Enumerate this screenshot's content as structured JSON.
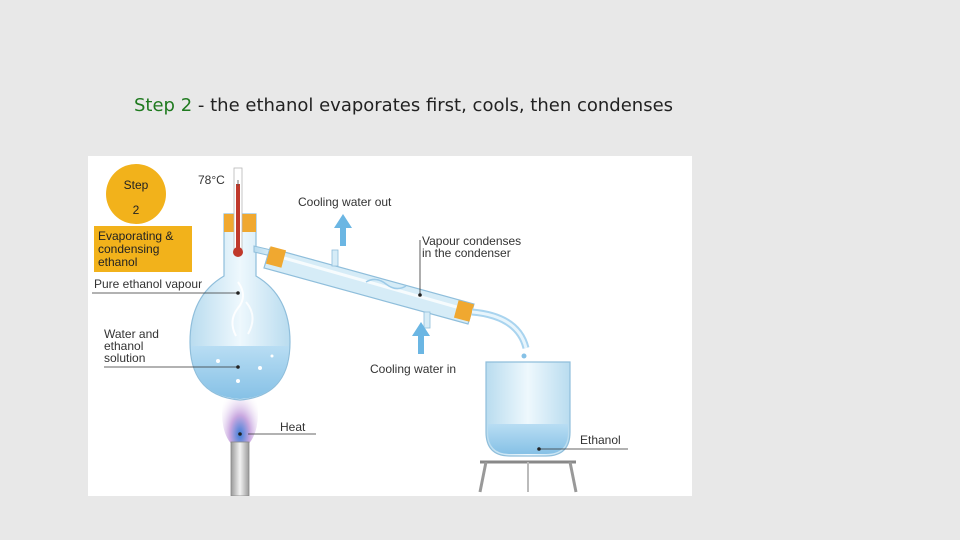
{
  "title": {
    "step": "Step 2",
    "text": " - the ethanol evaporates first, cools, then condenses"
  },
  "diagram": {
    "badge": {
      "line1": "Step",
      "line2": "2"
    },
    "stage_box": [
      "Evaporating &",
      "condensing",
      "ethanol"
    ],
    "temperature": "78",
    "temperature_unit": "°C",
    "labels": {
      "pure_vapour": "Pure ethanol vapour",
      "solution": [
        "Water and",
        "ethanol",
        "solution"
      ],
      "heat": "Heat",
      "cooling_out": "Cooling water out",
      "cooling_in": "Cooling water in",
      "vapour_condenses": [
        "Vapour condenses",
        "in the condenser"
      ],
      "ethanol": "Ethanol"
    },
    "colors": {
      "badge": "#f2b21b",
      "glass": "#d6ecf7",
      "liquid": "#a9d4ef",
      "arrow": "#6bb6e3",
      "thermometer": "#c0392b",
      "stopper": "#f0a830",
      "flame": "#c9a8e0"
    }
  }
}
